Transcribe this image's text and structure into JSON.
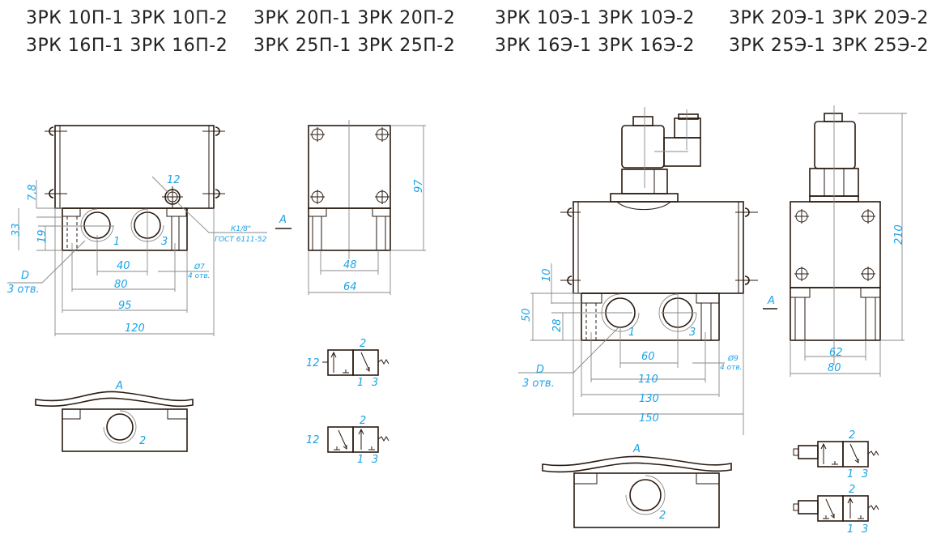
{
  "titles": {
    "p_line1": "3РК 10П-1 3РК 10П-2",
    "p_line2": "3РК 16П-1 3РК 16П-2",
    "p2_line1": "3РК 20П-1 3РК 20П-2",
    "p2_line2": "3РК 25П-1 3РК 25П-2",
    "e_line1": "3РК 10Э-1 3РК 10Э-2",
    "e_line2": "3РК 16Э-1 3РК 16Э-2",
    "e2_line1": "3РК 20Э-1 3РК 20Э-2",
    "e2_line2": "3РК 25Э-1 3РК 25Э-2"
  },
  "left": {
    "dim_7_8": "7,8",
    "dim_33": "33",
    "dim_19": "19",
    "port_12": "12",
    "thread_1": "К1/8\"",
    "thread_2": "ГОСТ 6111-52",
    "view_a": "А",
    "port_1": "1",
    "port_3": "3",
    "d_label": "D",
    "d_holes": "3 отв.",
    "dim_40": "40",
    "dim_80": "80",
    "dim_95": "95",
    "dim_120": "120",
    "dia_7": "Ø7",
    "dia_7_holes": "4 отв.",
    "side_48": "48",
    "side_64": "64",
    "side_97": "97",
    "bottom_a": "А",
    "bottom_port_2": "2",
    "sym1": {
      "p12": "12",
      "p2": "2",
      "p1": "1",
      "p3": "3"
    },
    "sym2": {
      "p12": "12",
      "p2": "2",
      "p1": "1",
      "p3": "3"
    }
  },
  "right": {
    "dim_10": "10",
    "dim_50": "50",
    "dim_28": "28",
    "port_1": "1",
    "port_3": "3",
    "d_label": "D",
    "d_holes": "3 отв.",
    "dim_60": "60",
    "dim_110": "110",
    "dim_130": "130",
    "dim_150": "150",
    "dia_9": "Ø9",
    "dia_9_holes": "4 отв.",
    "view_a": "А",
    "side_62": "62",
    "side_80": "80",
    "side_210": "210",
    "bottom_a": "А",
    "bottom_port_2": "2",
    "sym1": {
      "p2": "2",
      "p1": "1",
      "p3": "3"
    },
    "sym2": {
      "p2": "2",
      "p1": "1",
      "p3": "3"
    }
  },
  "colors": {
    "line": "#2a1a10",
    "dimension_text": "#1aa3e8",
    "dimension_line": "#888888"
  }
}
